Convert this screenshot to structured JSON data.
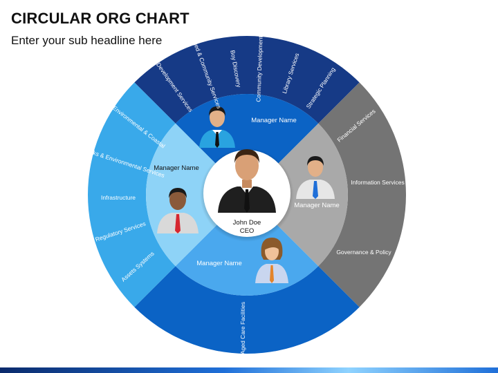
{
  "header": {
    "title": "CIRCULAR ORG CHART",
    "subtitle": "Enter your sub headline here"
  },
  "ceo": {
    "name": "John Doe",
    "role": "CEO"
  },
  "managers": [
    {
      "id": "top",
      "label": "Manager Name",
      "color": "#0b63c5"
    },
    {
      "id": "left",
      "label": "Manager Name",
      "color": "#8ed3f7"
    },
    {
      "id": "right",
      "label": "Manager Name",
      "color": "#a9a9a9"
    },
    {
      "id": "bottom",
      "label": "Manager Name",
      "color": "#4aa8ee"
    }
  ],
  "outer_sections": [
    {
      "id": "navy",
      "color": "#163a86"
    },
    {
      "id": "gray",
      "color": "#747474"
    },
    {
      "id": "blue",
      "color": "#0b63c5"
    },
    {
      "id": "cyan",
      "color": "#39a9ea"
    }
  ],
  "departments": {
    "development_services": "Development Services",
    "aged_community_services": "Aged & Community Services",
    "boy_discovery": "Boy Discovery",
    "community_development": "Community Development",
    "library_services": "Library Services",
    "strategic_planning": "Strategic Planning",
    "financial_services": "Financial Services",
    "information_services": "Information Services",
    "governance_policy": "Governance & Policy",
    "aged_care_facilities": "Aged Care Facilities",
    "environmental_coastal": "Environmental & Coastal",
    "works_environmental_services": "Works & Environmental Services",
    "infrastructure": "Infrastructure",
    "regulatory_services": "Regulatory Services",
    "assets_systems": "Assets Systems"
  }
}
